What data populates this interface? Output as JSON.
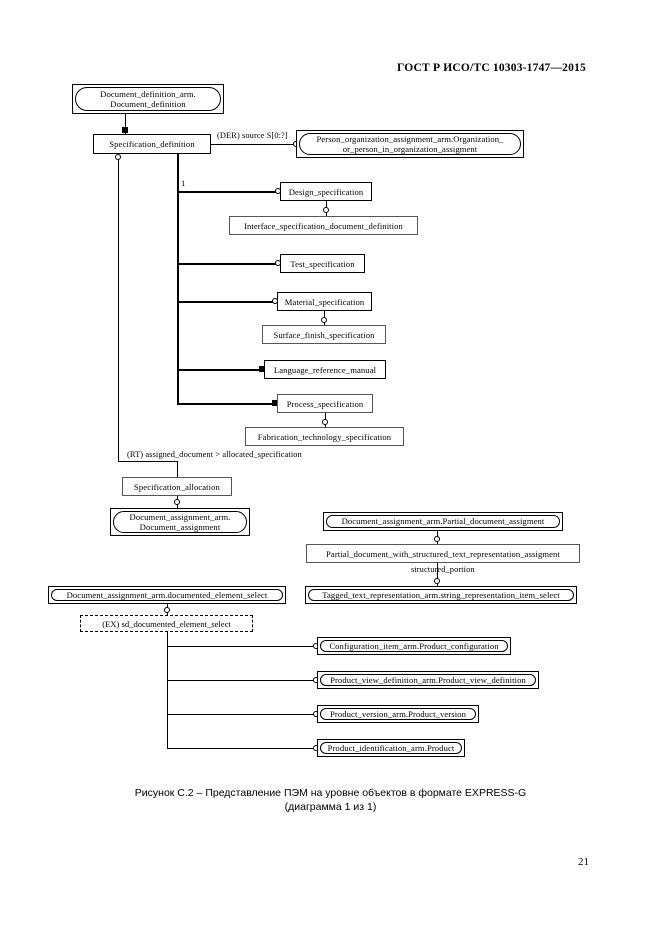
{
  "header": {
    "standard": "ГОСТ Р ИСО/ТС 10303-1747—2015"
  },
  "page": {
    "number": "21"
  },
  "caption": {
    "line1": "Рисунок  С.2 – Представление ПЭМ на уровне объектов в формате EXPRESS-G",
    "line2": "(диаграмма 1 из 1)"
  },
  "diagram": {
    "type": "EXPRESS-G entity-level model",
    "schema_refs": [
      {
        "id": "document_definition",
        "line1": "Document_definition_arm.",
        "line2": "Document_definition"
      },
      {
        "id": "person_org",
        "line1": "Person_organization_assignment_arm.Organization_",
        "line2": "or_person_in_organization_assigment"
      },
      {
        "id": "document_assignment",
        "line1": "Document_assignment_arm.",
        "line2": "Document_assignment"
      },
      {
        "id": "partial_document_assignment",
        "line1": "Document_assignment_arm.Partial_document_assigment",
        "line2": ""
      },
      {
        "id": "documented_element_select",
        "line1": "Document_assignment_arm.documented_element_select",
        "line2": ""
      },
      {
        "id": "tagged_text",
        "line1": "Tagged_text_representation_arm.string_representation_item_select",
        "line2": ""
      },
      {
        "id": "product_configuration",
        "line1": "Configuration_item_arm.Product_configuration",
        "line2": ""
      },
      {
        "id": "product_view_definition",
        "line1": "Product_view_definition_arm.Product_view_definition",
        "line2": ""
      },
      {
        "id": "product_version",
        "line1": "Product_version_arm.Product_version",
        "line2": ""
      },
      {
        "id": "product_identification",
        "line1": "Product_identification_arm.Product",
        "line2": ""
      }
    ],
    "entities": [
      {
        "id": "specification_definition",
        "label": "Specification_definition"
      },
      {
        "id": "design_specification",
        "label": "Design_specification"
      },
      {
        "id": "interface_specification",
        "label": "Interface_specification_document_definition"
      },
      {
        "id": "test_specification",
        "label": "Test_specification"
      },
      {
        "id": "material_specification",
        "label": "Material_specification"
      },
      {
        "id": "surface_finish_specification",
        "label": "Surface_finish_specification"
      },
      {
        "id": "language_reference_manual",
        "label": "Language_reference_manual"
      },
      {
        "id": "process_specification",
        "label": "Process_specification"
      },
      {
        "id": "fabrication_technology_specification",
        "label": "Fabrication_technology_specification"
      },
      {
        "id": "specification_allocation",
        "label": "Specification_allocation"
      },
      {
        "id": "partial_doc_structured_text",
        "label": "Partial_document_with_structured_text_representation_assigment"
      }
    ],
    "interface_boxes": [
      {
        "id": "sd_documented_element_select",
        "label": "(EX) sd_documented_element_select"
      }
    ],
    "edge_labels": [
      {
        "id": "der_source",
        "text": "(DER) source S[0:?]"
      },
      {
        "id": "subtype_count",
        "text": "1"
      },
      {
        "id": "rt_assigned_document",
        "text": "(RT) assigned_document > allocated_specification"
      },
      {
        "id": "structured_portion",
        "text": "structured_portion"
      }
    ]
  }
}
